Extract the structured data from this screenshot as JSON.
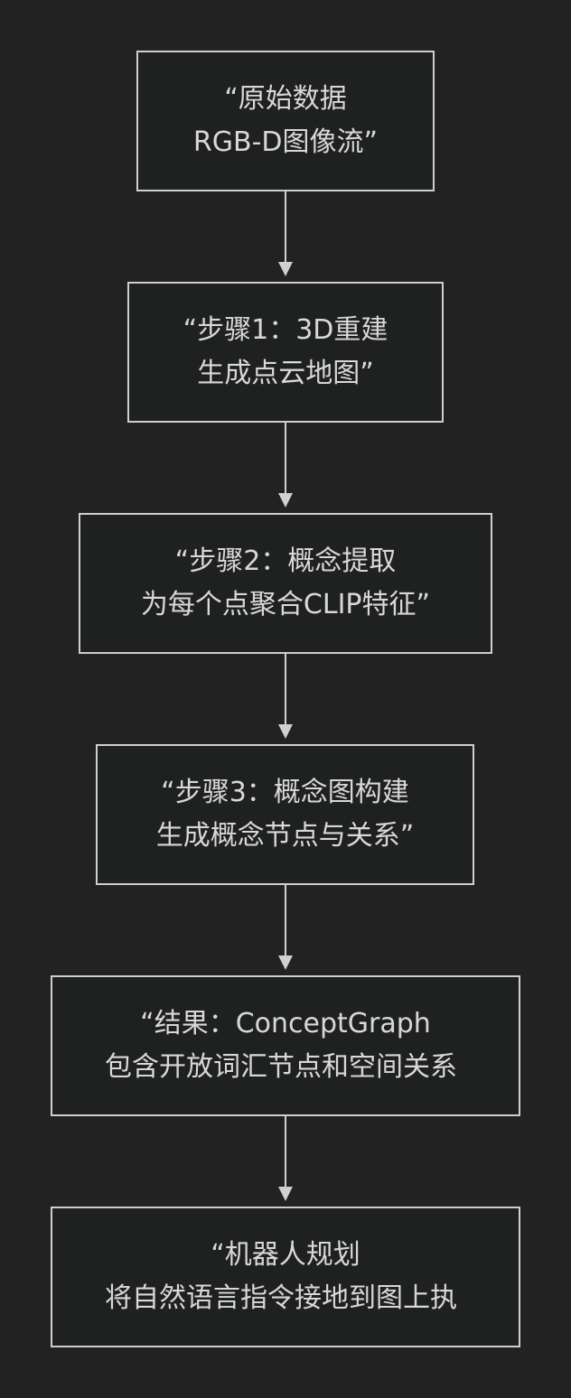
{
  "nodes": [
    {
      "line1": "“原始数据",
      "line2": "RGB-D图像流”"
    },
    {
      "line1": "“步骤1：3D重建",
      "line2": "生成点云地图”"
    },
    {
      "line1": "“步骤2：概念提取",
      "line2": "为每个点聚合CLIP特征”"
    },
    {
      "line1": "“步骤3：概念图构建",
      "line2": "生成概念节点与关系”"
    },
    {
      "line1": "“结果：ConceptGraph",
      "line2": "包含开放词汇节点和空间关系"
    },
    {
      "line1": "“机器人规划",
      "line2": "将自然语言指令接地到图上执"
    }
  ],
  "colors": {
    "background": "#222222",
    "node_fill": "#1f2020",
    "node_border": "#cfcfcf",
    "text": "#d8d8d8",
    "edge": "#d0d0d0"
  }
}
